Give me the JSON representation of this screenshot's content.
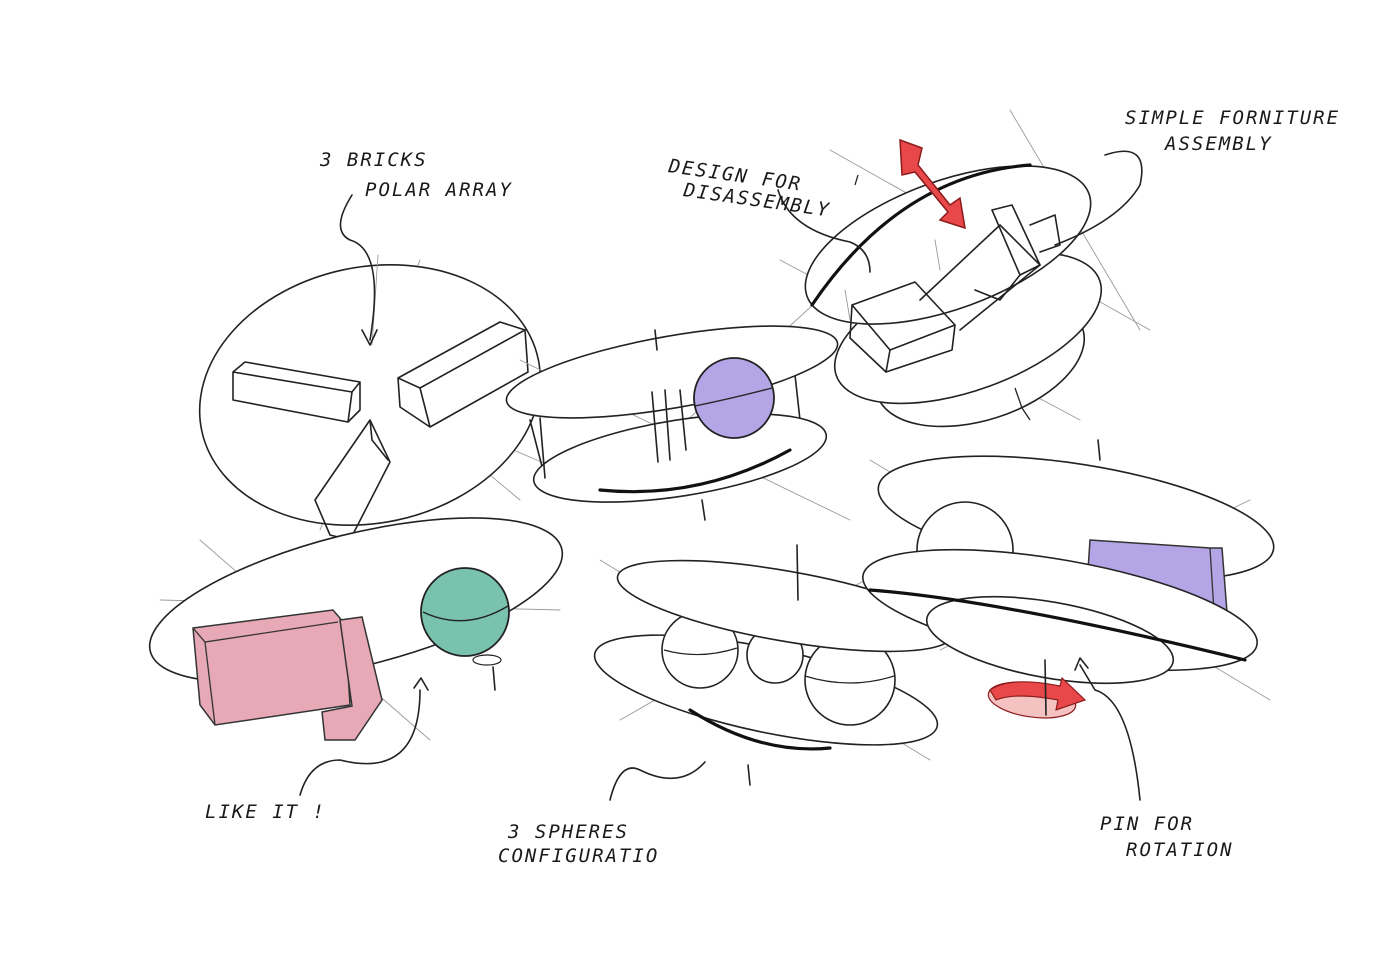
{
  "annotations": {
    "bricks": [
      "3 BRICKS",
      "POLAR ARRAY"
    ],
    "disassembly": [
      "DESIGN FOR",
      "DISASSEMBLY"
    ],
    "furniture": [
      "SIMPLE FORNITURE",
      "ASSEMBLY"
    ],
    "like": "LIKE IT !",
    "spheres": [
      "3 SPHERES",
      "CONFIGURATIO"
    ],
    "pin": [
      "PIN FOR",
      "ROTATION"
    ]
  },
  "colors": {
    "pink_block": "#e8a9b7",
    "teal_sphere": "#79c2ad",
    "lavender": "#b3a5e6",
    "accent_red": "#e8484a"
  }
}
